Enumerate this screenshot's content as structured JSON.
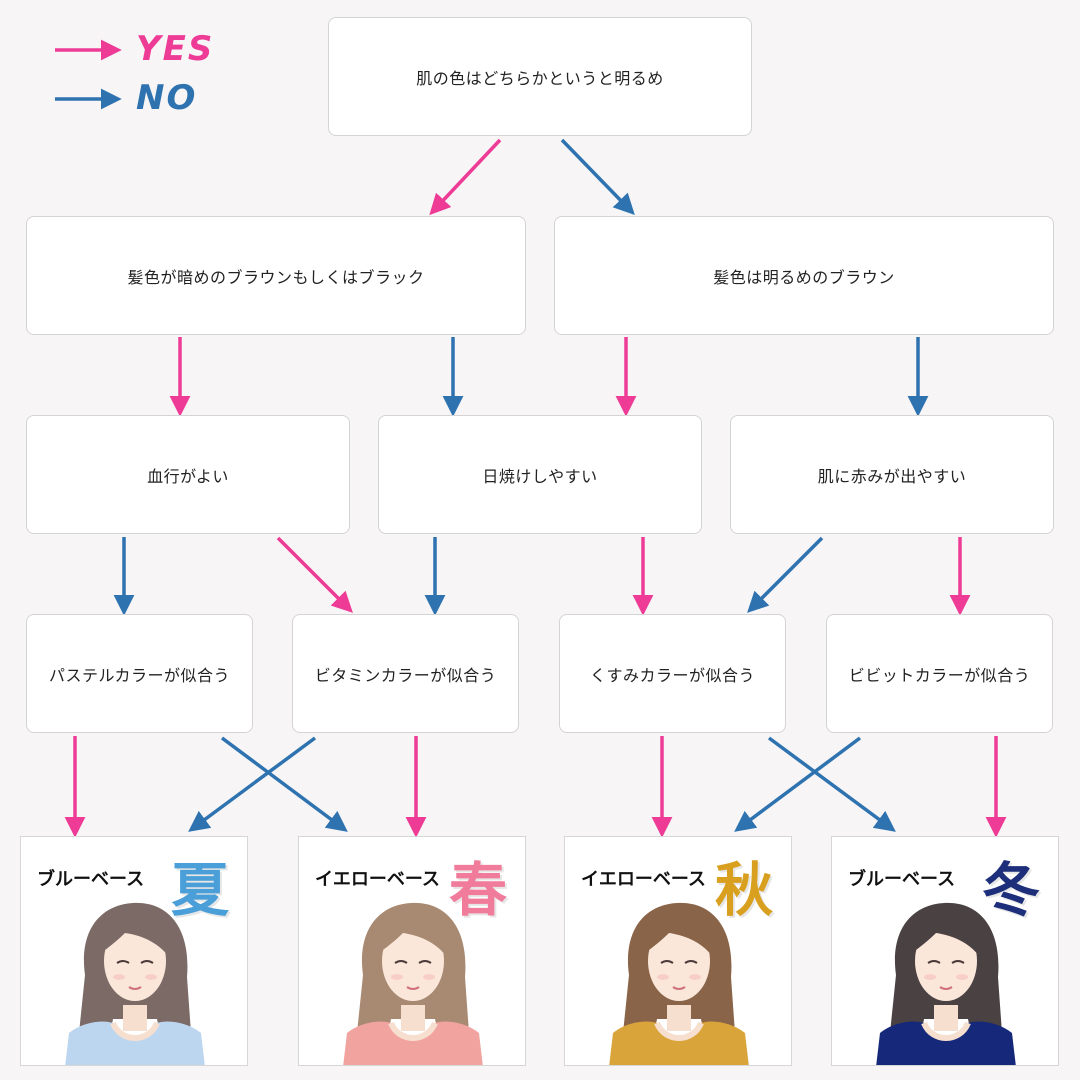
{
  "legend": {
    "yes": "YES",
    "no": "NO",
    "yes_color": "#ee3c96",
    "no_color": "#2e73b0"
  },
  "questions": {
    "q1": "肌の色はどちらかというと明るめ",
    "q2a": "髪色が暗めのブラウンもしくはブラック",
    "q2b": "髪色は明るめのブラウン",
    "q3a": "血行がよい",
    "q3b": "日焼けしやすい",
    "q3c": "肌に赤みが出やすい"
  },
  "colors": {
    "pastel": "パステルカラーが似合う",
    "vitamin": "ビタミンカラーが似合う",
    "dull": "くすみカラーが似合う",
    "vivid": "ビビットカラーが似合う"
  },
  "results": [
    {
      "base": "ブルーベース",
      "season": "夏",
      "season_color": "#4a9fd8",
      "hair": "#7b6a66",
      "top": "#bcd6f0"
    },
    {
      "base": "イエローベース",
      "season": "春",
      "season_color": "#f07b9a",
      "hair": "#a88a72",
      "top": "#f0a39f"
    },
    {
      "base": "イエローベース",
      "season": "秋",
      "season_color": "#d9a020",
      "hair": "#8a6448",
      "top": "#d9a43a"
    },
    {
      "base": "ブルーベース",
      "season": "冬",
      "season_color": "#1d2f7a",
      "hair": "#4a4143",
      "top": "#15287a"
    }
  ]
}
